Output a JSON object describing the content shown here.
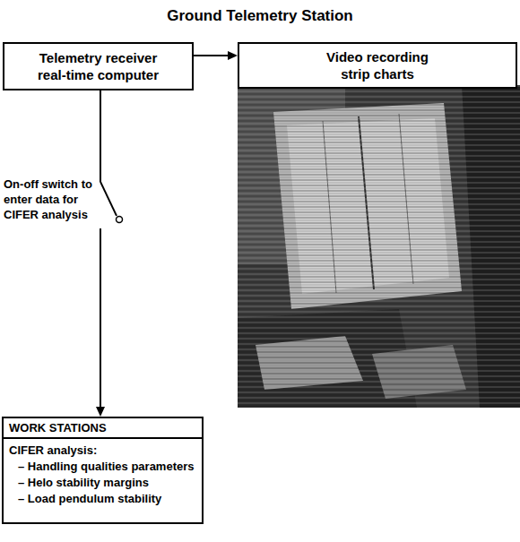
{
  "diagram": {
    "title": "Ground Telemetry Station",
    "nodes": [
      {
        "text": [
          "Telemetry receiver real-time computer"
        ]
      },
      {
        "text": [
          "Video recording strip charts"
        ]
      },
      {
        "text": [
          "WORK STATIONS",
          "CIFER analysis:",
          "– Handling qualities parameters",
          "– Helo stability margins",
          "– Load pendulum stability"
        ]
      }
    ],
    "edges": [
      {
        "from": 0,
        "to": 1,
        "arrow": "to"
      },
      {
        "from": 0,
        "to": 2,
        "label": "On-off switch to enter data for CIFER analysis",
        "arrow": "to"
      }
    ]
  }
}
